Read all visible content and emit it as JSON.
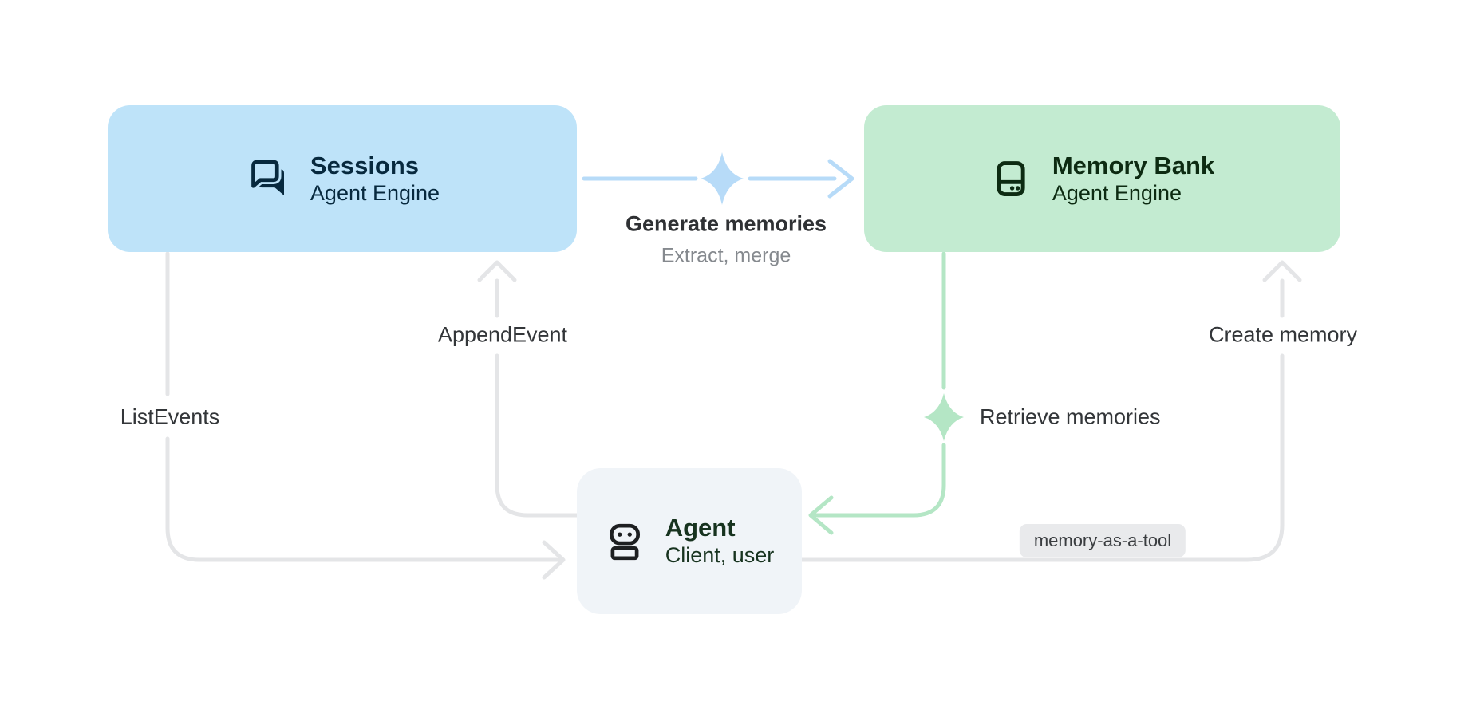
{
  "nodes": {
    "sessions": {
      "title": "Sessions",
      "subtitle": "Agent Engine",
      "icon": "chat-bubbles-icon"
    },
    "memory_bank": {
      "title": "Memory Bank",
      "subtitle": "Agent Engine",
      "icon": "storage-icon"
    },
    "agent": {
      "title": "Agent",
      "subtitle": "Client, user",
      "icon": "robot-icon"
    }
  },
  "edges": {
    "generate": {
      "label": "Generate memories",
      "sublabel": "Extract, merge",
      "from": "sessions",
      "to": "memory_bank",
      "decoration": "sparkle-icon"
    },
    "append_event": {
      "label": "AppendEvent",
      "from": "agent",
      "to": "sessions"
    },
    "list_events": {
      "label": "ListEvents",
      "from": "sessions",
      "to": "agent"
    },
    "retrieve": {
      "label": "Retrieve memories",
      "from": "memory_bank",
      "to": "agent",
      "decoration": "sparkle-icon"
    },
    "create_memory": {
      "label": "Create memory",
      "from": "agent",
      "to": "memory_bank",
      "badge": "memory-as-a-tool"
    }
  },
  "badge": {
    "label": "memory-as-a-tool"
  },
  "colors": {
    "page_bg": "#FFFFFF",
    "sessions_bg": "#BEE3F9",
    "sessions_fg": "#07293E",
    "memory_bg": "#C3EBD1",
    "memory_fg": "#0D2B12",
    "agent_bg": "#F0F4F8",
    "agent_fg": "#17331F",
    "agent_icon": "#1D1F21",
    "edge_gray": "#E4E5E7",
    "edge_blue": "#B7DBF8",
    "edge_green": "#B4E6C5",
    "label_dark": "#333639",
    "label_strong": "#2F3134",
    "label_muted": "#85898E",
    "badge_bg": "#E9EAEC",
    "badge_fg": "#3A3D40"
  }
}
